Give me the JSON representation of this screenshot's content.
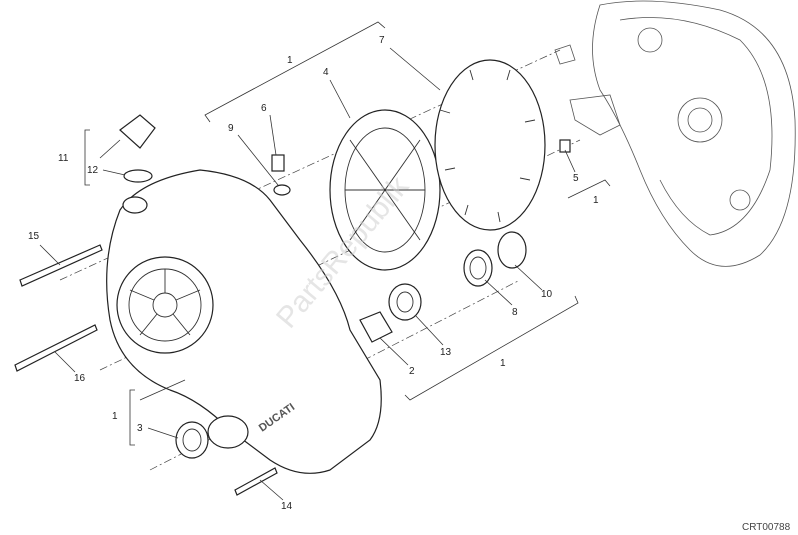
{
  "diagram": {
    "code": "CRT00788",
    "watermark": "PartsRepublik",
    "cover_logo": "DUCATI",
    "callouts": [
      {
        "id": "1-top",
        "text": "1"
      },
      {
        "id": "7",
        "text": "7"
      },
      {
        "id": "4",
        "text": "4"
      },
      {
        "id": "6",
        "text": "6"
      },
      {
        "id": "9",
        "text": "9"
      },
      {
        "id": "11",
        "text": "11"
      },
      {
        "id": "12",
        "text": "12"
      },
      {
        "id": "15",
        "text": "15"
      },
      {
        "id": "16",
        "text": "16"
      },
      {
        "id": "5",
        "text": "5"
      },
      {
        "id": "1-right",
        "text": "1"
      },
      {
        "id": "8",
        "text": "8"
      },
      {
        "id": "10",
        "text": "10"
      },
      {
        "id": "2",
        "text": "2"
      },
      {
        "id": "13",
        "text": "13"
      },
      {
        "id": "1-mid",
        "text": "1"
      },
      {
        "id": "1-left",
        "text": "1"
      },
      {
        "id": "3",
        "text": "3"
      },
      {
        "id": "14",
        "text": "14"
      }
    ]
  }
}
